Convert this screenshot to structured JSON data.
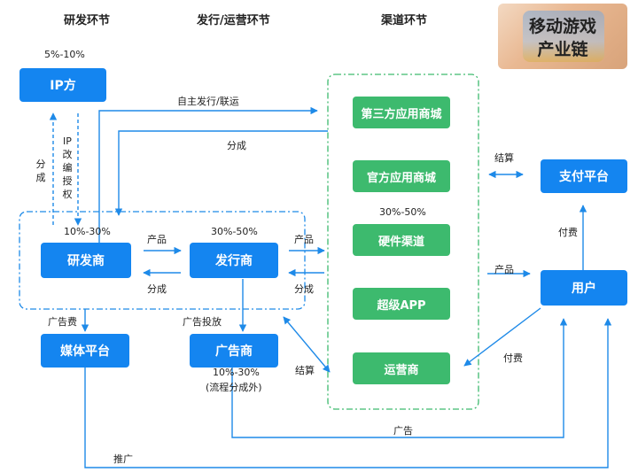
{
  "headers": {
    "rd": "研发环节",
    "publish": "发行/运营环节",
    "channel": "渠道环节"
  },
  "badge": {
    "line1": "移动游戏",
    "line2": "产业链"
  },
  "nodes": {
    "ip": "IP方",
    "developer": "研发商",
    "publisher": "发行商",
    "media": "媒体平台",
    "advertiser": "广告商",
    "third_party_store": "第三方应用商城",
    "official_store": "官方应用商城",
    "hardware": "硬件渠道",
    "super_app": "超级APP",
    "operator": "运营商",
    "payment": "支付平台",
    "user": "用户"
  },
  "labels": {
    "ip_pct": "5%-10%",
    "self_publish": "自主发行/联运",
    "share_top": "分成",
    "share_ip": "分成",
    "ip_license": "IP改编授权",
    "dev_pct": "10%-30%",
    "pub_pct": "30%-50%",
    "product_dev_pub": "产品",
    "share_pub_dev": "分成",
    "product_pub_ch": "产品",
    "share_ch_pub": "分成",
    "channel_pct": "30%-50%",
    "ad_fee": "广告费",
    "ad_place": "广告投放",
    "ad_pct": "10%-30%",
    "ad_pct_note": "(流程分成外)",
    "settle_pub": "结算",
    "settle_pay": "结算",
    "pay_fee": "付费",
    "product_user": "产品",
    "pay_fee_op": "付费",
    "ad": "广告",
    "promote": "推广"
  },
  "colors": {
    "blue": "#1485f0",
    "green": "#3dba6e",
    "arrow": "#1e8ae8",
    "group_green": "#3dba6e"
  }
}
